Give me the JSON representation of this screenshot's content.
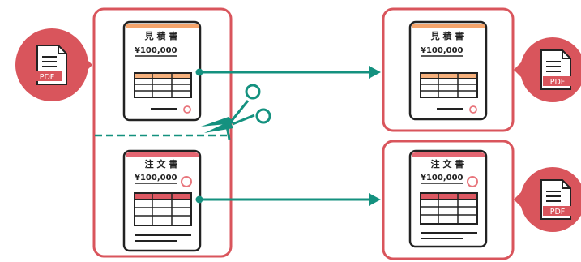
{
  "colors": {
    "frame": "#d9555c",
    "badge": "#d9555c",
    "teal": "#14917f",
    "outline": "#222222",
    "header_orange": "#f5a46b",
    "table_orange": "#f5b07c",
    "header_pink": "#e46672",
    "table_pink": "#dd5862",
    "stamp": "#e8767d"
  },
  "badges": {
    "left": {
      "label": "PDF",
      "icon": "pdf-file-icon"
    },
    "right_top": {
      "label": "PDF",
      "icon": "pdf-file-icon"
    },
    "right_bottom": {
      "label": "PDF",
      "icon": "pdf-file-icon"
    }
  },
  "documents": {
    "estimate": {
      "title": "見 積 書",
      "amount": "¥100,000"
    },
    "order": {
      "title": "注 文 書",
      "amount": "¥100,000"
    }
  },
  "icons": {
    "scissors": "scissors-icon",
    "arrow": "arrow-right-icon"
  }
}
